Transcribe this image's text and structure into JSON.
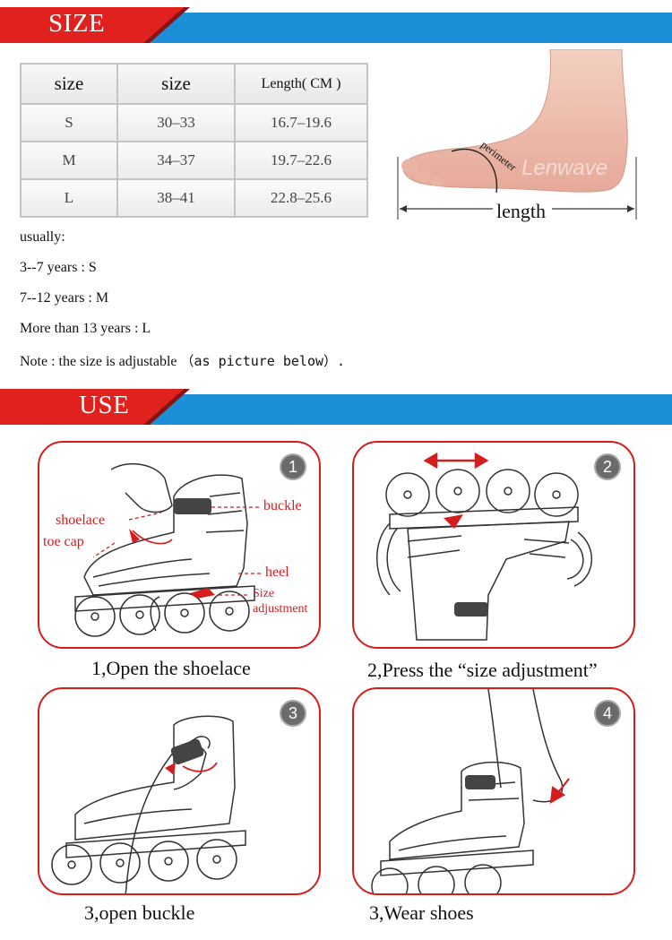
{
  "size_section": {
    "title": "SIZE",
    "table": {
      "headers": [
        "size",
        "size",
        "Length( CM )"
      ],
      "rows": [
        [
          "S",
          "30–33",
          "16.7–19.6"
        ],
        [
          "M",
          "34–37",
          "19.7–22.6"
        ],
        [
          "L",
          "38–41",
          "22.8–25.6"
        ]
      ]
    },
    "foot": {
      "perimeter_label": "perimeter",
      "length_label": "length",
      "watermark": "Lenwave"
    },
    "notes": {
      "usually": "usually:",
      "age_s": "3--7 years : S",
      "age_m": "7--12 years : M",
      "age_l": "More than 13 years : L",
      "note_prefix": "Note : the size is adjustable",
      "note_suffix": "（as picture below）."
    }
  },
  "use_section": {
    "title": "USE",
    "steps": [
      {
        "number": "1",
        "caption": "1,Open the shoelace",
        "callouts": {
          "buckle": "buckle",
          "shoelace": "shoelace",
          "toe_cap": "toe cap",
          "heel": "heel",
          "size_adjustment_1": "Size",
          "size_adjustment_2": "adjustment"
        }
      },
      {
        "number": "2",
        "caption": "2,Press the “size adjustment”"
      },
      {
        "number": "3",
        "caption": "3,open buckle"
      },
      {
        "number": "4",
        "caption": "3,Wear shoes"
      }
    ]
  },
  "colors": {
    "banner_blue": "#1b8fd8",
    "banner_red": "#e0211e",
    "panel_border": "#d41e1e",
    "callout_red": "#d41e1e"
  }
}
